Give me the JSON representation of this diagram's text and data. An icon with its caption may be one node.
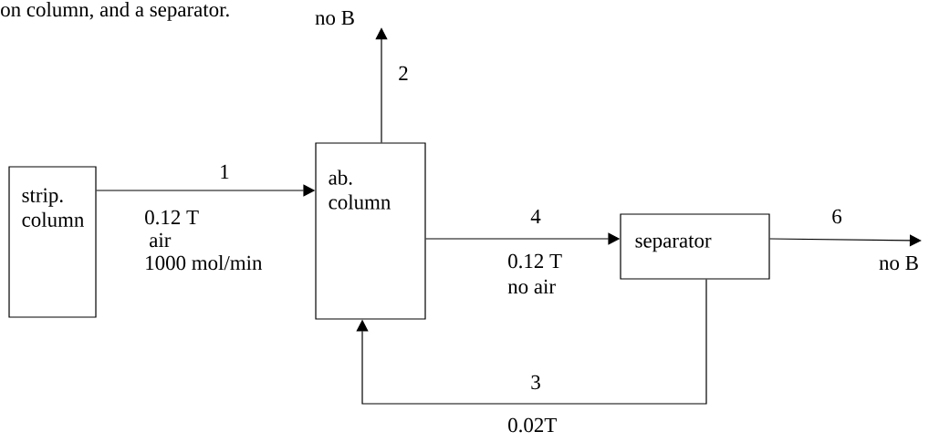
{
  "diagram": {
    "nodes": [
      {
        "text": [
          "strip. column"
        ]
      },
      {
        "text": [
          "ab. column"
        ]
      },
      {
        "text": [
          "separator"
        ]
      },
      {
        "text": [
          "no B"
        ]
      },
      {
        "text": [
          "no B"
        ]
      }
    ],
    "edges": [
      {
        "from": 0,
        "to": 1,
        "arrow": "to",
        "label": "1"
      },
      {
        "from": 1,
        "to": 3,
        "arrow": "to",
        "label": "2"
      },
      {
        "from": 1,
        "to": 2,
        "arrow": "to",
        "label": "4"
      },
      {
        "from": 2,
        "to": 4,
        "arrow": "to",
        "label": "6"
      },
      {
        "from": 2,
        "to": 1,
        "arrow": "to",
        "label": "3"
      }
    ],
    "labels": [
      "on column, and a separator.",
      "0.12 T",
      "air",
      "1000 mol/min",
      "0.12 T",
      "no air",
      "0.02T"
    ]
  }
}
